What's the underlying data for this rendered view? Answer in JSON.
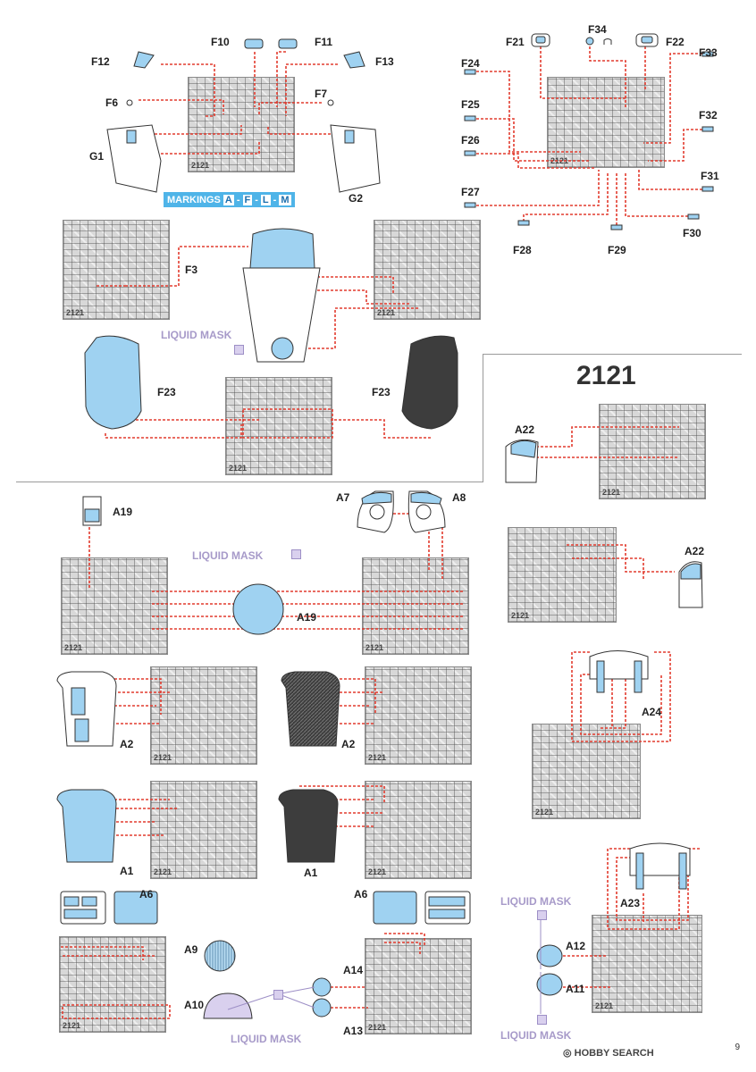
{
  "doc_number": "2121",
  "page_number": "9",
  "colors": {
    "mask_blue": "#9fd2f1",
    "dash_red": "#e23b2e",
    "liquid_mask": "#a79ac9",
    "dark_part": "#3d3d3d"
  },
  "markings": {
    "label": "MARKINGS",
    "letters": [
      "A",
      "F",
      "L",
      "M"
    ]
  },
  "liquid_mask": "LIQUID MASK",
  "fret_label": "2121",
  "labels": {
    "f10": "F10",
    "f11": "F11",
    "f12": "F12",
    "f13": "F13",
    "f6": "F6",
    "f7": "F7",
    "g1": "G1",
    "g2": "G2",
    "f21": "F21",
    "f34": "F34",
    "f22": "F22",
    "f33": "F33",
    "f24": "F24",
    "f25": "F25",
    "f32": "F32",
    "f26": "F26",
    "f31": "F31",
    "f27": "F27",
    "f30": "F30",
    "f28": "F28",
    "f29": "F29",
    "f3": "F3",
    "f23": "F23",
    "a22": "A22",
    "a19": "A19",
    "a7": "A7",
    "a8": "A8",
    "a2": "A2",
    "a1": "A1",
    "a24": "A24",
    "a6": "A6",
    "a9": "A9",
    "a10": "A10",
    "a14": "A14",
    "a13": "A13",
    "a23": "A23",
    "a12": "A12",
    "a11": "A11"
  },
  "watermark": "HOBBY SEARCH"
}
